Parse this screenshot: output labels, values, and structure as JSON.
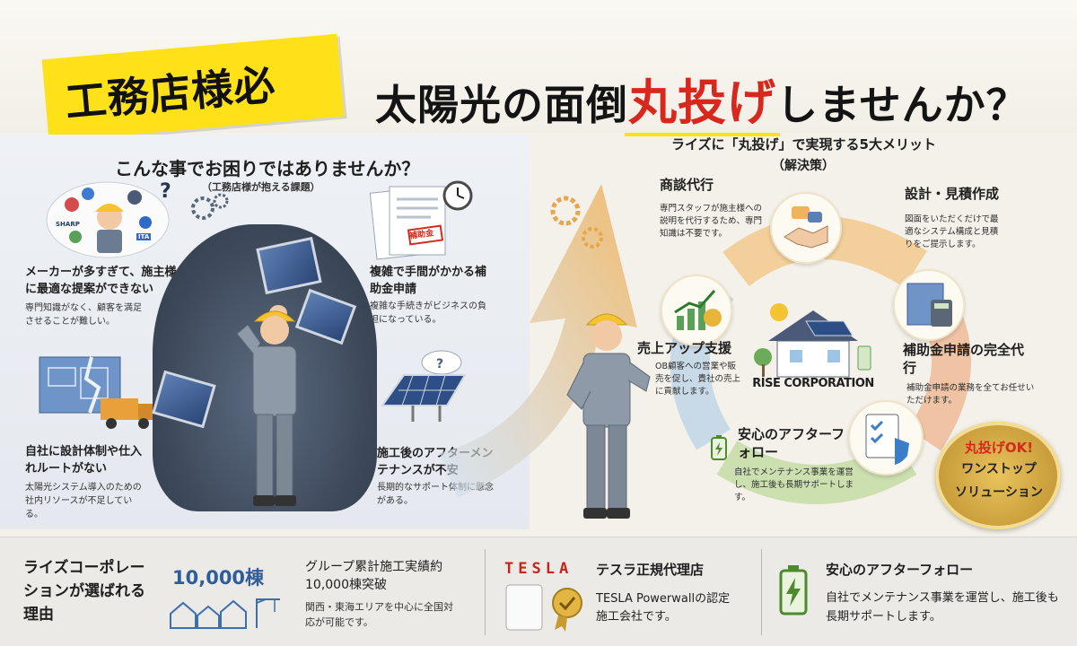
{
  "header": {
    "tag": "工務店様必見！",
    "headline_before": "太陽光の面倒",
    "headline_highlight": "丸投げ",
    "headline_after": "しませんか？"
  },
  "problems": {
    "title": "こんな事でお困りではありませんか？",
    "subtitle": "（工務店様が抱える課題）",
    "items": [
      {
        "title": "メーカーが多すぎて、施主様に最適な提案ができない",
        "desc": "専門知識がなく、顧客を満足させることが難しい。"
      },
      {
        "title": "複雑で手間がかかる補助金申請",
        "desc": "複雑な手続きがビジネスの負担になっている。"
      },
      {
        "title": "自社に設計体制や仕入れルートがない",
        "desc": "太陽光システム導入のための社内リソースが不足している。"
      },
      {
        "title": "施工後のアフターメンテナンスが不安",
        "desc": "長期的なサポート体制に懸念がある。"
      }
    ],
    "logo_labels": [
      "SHARP",
      "ITA"
    ],
    "stamp_label": "補助金"
  },
  "benefits": {
    "title": "ライズに「丸投げ」で実現する5大メリット",
    "subtitle": "（解決策）",
    "items": [
      {
        "title": "商談代行",
        "desc": "専門スタッフが施主様への説明を代行するため、専門知識は不要です。",
        "icon": "handshake-icon"
      },
      {
        "title": "設計・見積作成",
        "desc": "図面をいただくだけで最適なシステム構成と見積りをご提示します。",
        "icon": "blueprint-icon"
      },
      {
        "title": "売上アップ支援",
        "desc": "OB顧客への営業や販売を促し、貴社の売上に貢献します。",
        "icon": "growth-chart-icon"
      },
      {
        "title": "補助金申請の完全代行",
        "desc": "補助金申請の業務を全てお任せいただけます。",
        "icon": "calculator-icon"
      },
      {
        "title": "安心のアフターフォロー",
        "desc": "自社でメンテナンス事業を運営し、施工後も長期サポートします。",
        "icon": "checklist-shield-icon"
      }
    ],
    "company": "RISE CORPORATION",
    "seal": {
      "line1": "丸投げOK!",
      "line2": "ワンストップ",
      "line3": "ソリューション"
    }
  },
  "bottom": {
    "reason_title": "ライズコーポレーションが選ばれる理由",
    "stat_value": "10,000棟",
    "stat_title": "グループ累計施工実績約10,000棟突破",
    "stat_desc": "関西・東海エリアを中心に全国対応が可能です。",
    "tesla_logo": "TESLA",
    "tesla_title": "テスラ正規代理店",
    "tesla_desc": "TESLA Powerwallの認定施工会社です。",
    "after_title": "安心のアフターフォロー",
    "after_desc": "自社でメンテナンス事業を運営し、施工後も長期サポートします。"
  },
  "colors": {
    "accent_yellow": "#ffe11a",
    "accent_red": "#d8271c",
    "arrow_orange": "#f0b25a",
    "arrow_green": "#a9cf7d",
    "arrow_blue": "#9cc4e4",
    "seal_gold": "#d4a843"
  }
}
